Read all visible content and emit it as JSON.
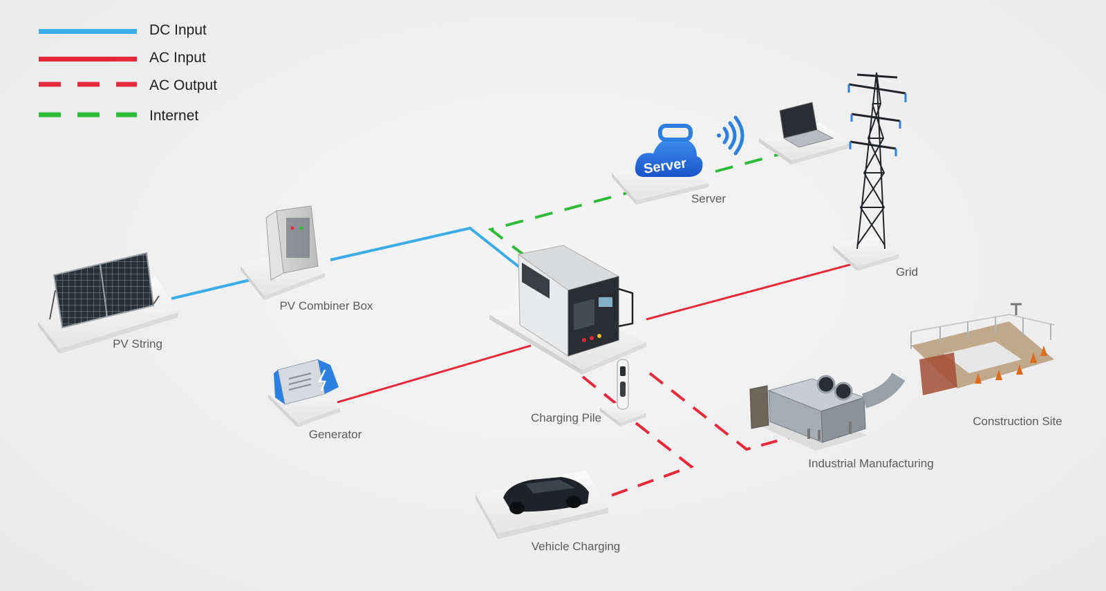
{
  "legend": [
    {
      "label": "DC Input",
      "color": "#3aace8",
      "style": "solid"
    },
    {
      "label": "AC Input",
      "color": "#e8293a",
      "style": "solid"
    },
    {
      "label": "AC Output",
      "color": "#e8293a",
      "style": "dashed"
    },
    {
      "label": "Internet",
      "color": "#2fbb3a",
      "style": "dashed"
    }
  ],
  "nodes": {
    "pv_string": "PV String",
    "pv_combiner_box": "PV Combiner Box",
    "generator": "Generator",
    "server": "Server",
    "grid": "Grid",
    "charging_pile": "Charging Pile",
    "vehicle_charging": "Vehicle Charging",
    "industrial_manufacturing": "Industrial Manufacturing",
    "construction_site": "Construction Site"
  },
  "server_icon_text": "Server",
  "colors": {
    "dc": "#3aace8",
    "ac": "#e8293a",
    "internet": "#2fbb3a"
  }
}
